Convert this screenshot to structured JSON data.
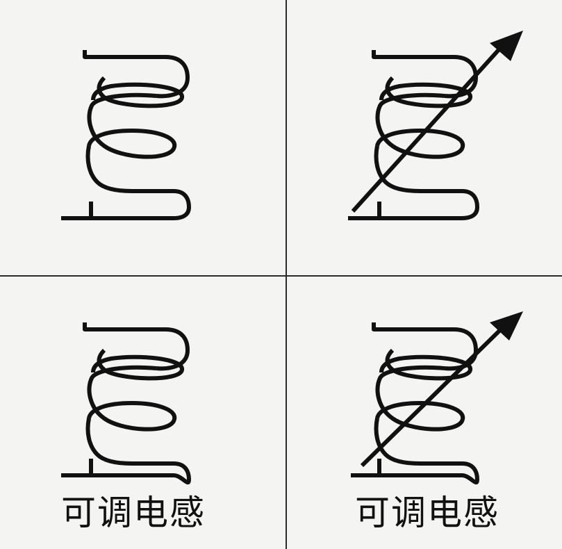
{
  "panels": [
    {
      "id": "top-left",
      "symbol": "inductor",
      "caption": ""
    },
    {
      "id": "top-right",
      "symbol": "adjustable-inductor",
      "caption": ""
    },
    {
      "id": "bottom-left",
      "symbol": "inductor",
      "caption": "可调电感"
    },
    {
      "id": "bottom-right",
      "symbol": "adjustable-inductor",
      "caption": "可调电感"
    }
  ],
  "colors": {
    "ink": "#111111",
    "background": "#f4f4f2",
    "divider": "#2a2a2a"
  }
}
